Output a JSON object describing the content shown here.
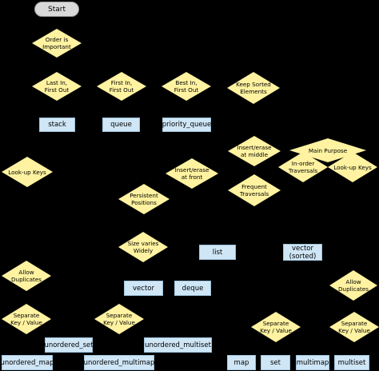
{
  "start": "Start",
  "decisions": {
    "order_important": "Order is\nImportant",
    "lifo": "Last In,\nFirst Out",
    "fifo": "First In,\nFirst Out",
    "bifo": "Best In,\nFirst Out",
    "keep_sorted": "Keep Sorted\nElements",
    "insert_middle": "Insert/erase\nat middle",
    "main_purpose": "Main Purpose",
    "inorder": "In-order\nTraversals",
    "lookup_right": "Look-up Keys",
    "lookup_left": "Look-up Keys",
    "insert_front": "Insert/erase\nat front",
    "frequent": "Frequent\nTraversals",
    "persistent": "Persistent\nPositions",
    "size_varies": "Size varies\nWidely",
    "allow_dup_left": "Allow\nDuplicates",
    "allow_dup_right": "Allow\nDuplicates",
    "sep_left1": "Separate\nKey / Value",
    "sep_left2": "Separate\nKey / Value",
    "sep_right1": "Separate\nKey / Value",
    "sep_right2": "Separate\nKey / Value"
  },
  "containers": {
    "stack": "stack",
    "queue": "queue",
    "priority_queue": "priority_queue",
    "list": "list",
    "vector_sorted": "vector\n(sorted)",
    "vector": "vector",
    "deque": "deque",
    "unordered_set": "unordered_set",
    "unordered_multiset": "unordered_multiset",
    "unordered_map": "unordered_map",
    "unordered_multimap": "unordered_multimap",
    "map": "map",
    "set": "set",
    "multimap": "multimap",
    "multiset": "multiset"
  },
  "colors": {
    "background": "#000000",
    "decision": "#fff2a0",
    "container": "#cfe6f6",
    "terminal": "#d9d9d9"
  }
}
